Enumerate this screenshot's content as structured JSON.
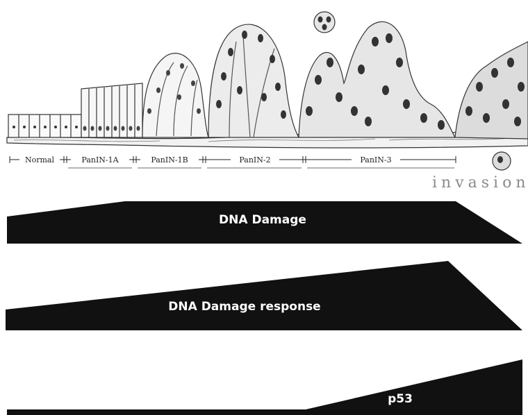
{
  "stages": [
    {
      "label": "Normal"
    },
    {
      "label": "PanIN-1A"
    },
    {
      "label": "PanIN-1B"
    },
    {
      "label": "PanIN-2"
    },
    {
      "label": "PanIN-3"
    }
  ],
  "invasion_label": "invasion",
  "bands": {
    "dna_damage": {
      "label": "DNA Damage"
    },
    "dna_damage_response": {
      "label": "DNA Damage response"
    },
    "p53": {
      "label": "p53"
    }
  },
  "colors": {
    "band_fill": "#111111",
    "band_text": "#ffffff",
    "stage_underline": "#b5b5b5",
    "illustration_ink": "#333333"
  }
}
